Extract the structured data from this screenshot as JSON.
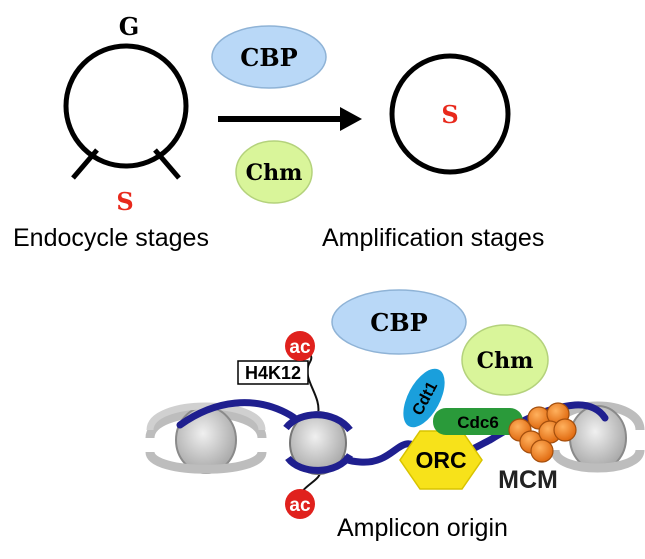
{
  "top": {
    "endocycle_phase_g": "G",
    "endocycle_phase_s": "S",
    "amplification_phase_s": "S",
    "cbp_label": "CBP",
    "chm_label": "Chm",
    "endocycle_caption": "Endocycle stages",
    "amplification_caption": "Amplification stages"
  },
  "bottom": {
    "cbp_label": "CBP",
    "chm_label": "Chm",
    "ac_top": "ac",
    "ac_bottom": "ac",
    "histone_mark": "H4K12",
    "cdt1_label": "Cdt1",
    "cdc6_label": "Cdc6",
    "orc_label": "ORC",
    "mcm_label": "MCM",
    "caption": "Amplicon origin"
  },
  "colors": {
    "cbp_fill": "#b9d8f7",
    "chm_fill": "#d9f59a",
    "phase_s": "#e8291c",
    "ac_fill": "#e0211d",
    "cdt1_fill": "#1a9fdc",
    "cdc6_fill": "#2a9a3a",
    "orc_fill": "#f7e21a",
    "mcm_fill": "#f2801e",
    "dna": "#1f1f8f",
    "nucleosome_gray": "#c4c4c4"
  }
}
